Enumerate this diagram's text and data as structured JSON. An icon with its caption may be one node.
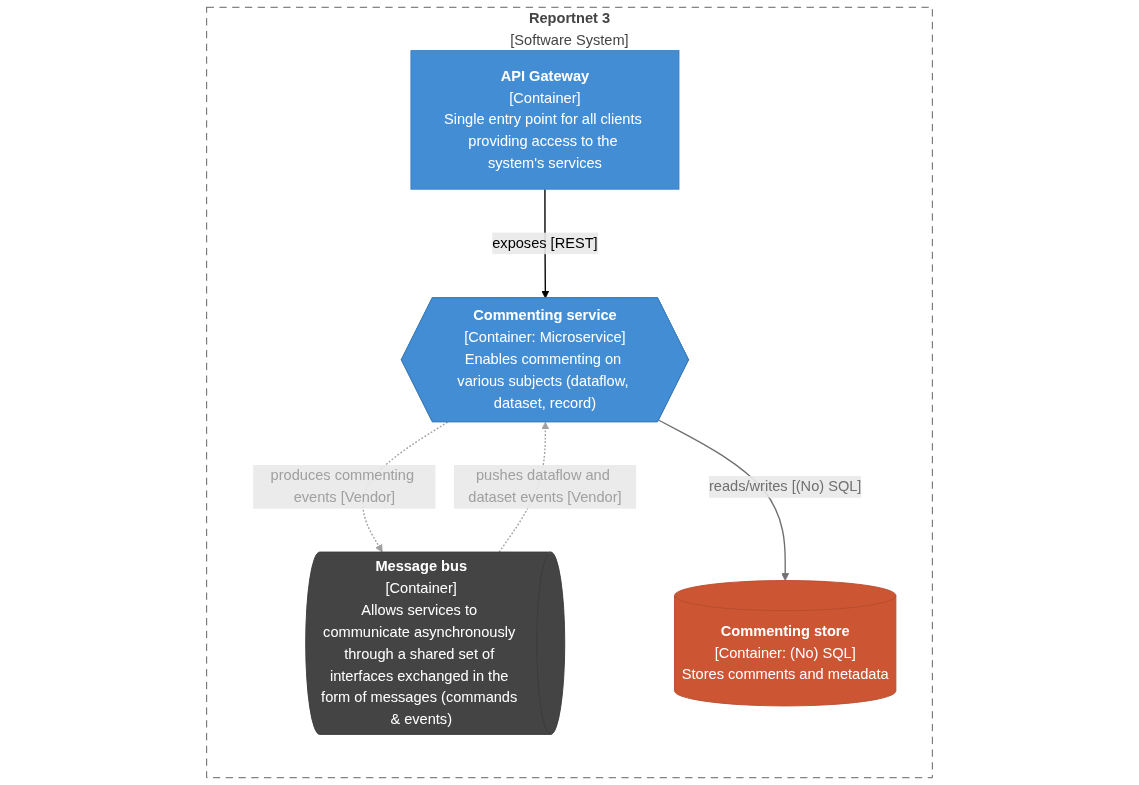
{
  "diagram": {
    "nodes": [
      {
        "text": [
          "Reportnet 3",
          "[Software System]"
        ]
      },
      {
        "text": [
          "API Gateway",
          "[Container]",
          "Single entry point for all clients providing access to the system's services"
        ],
        "in": 0
      },
      {
        "text": [
          "Message bus",
          "[Container]",
          "Allows services to communicate asynchronously through a shared set of interfaces exchanged in the form of messages (commands & events)"
        ],
        "in": 0
      },
      {
        "text": [
          "Commenting service",
          "[Container: Microservice]",
          "Enables commenting on various subjects (dataflow, dataset, record)"
        ],
        "in": 0
      },
      {
        "text": [
          "Commenting store",
          "[Container: (No) SQL]",
          "Stores comments and metadata"
        ],
        "in": 0
      }
    ],
    "edges": [
      {
        "from": 1,
        "to": 3,
        "arrow": "to",
        "label": "exposes [REST]",
        "color": "#000000"
      },
      {
        "from": 2,
        "to": 3,
        "arrow": "to",
        "label": "pushes dataflow and dataset events [Vendor]",
        "style": "dashed",
        "color": "#a0a0a0"
      },
      {
        "from": 3,
        "to": 2,
        "arrow": "to",
        "label": "produces commenting events [Vendor]",
        "style": "dashed",
        "color": "#a0a0a0"
      },
      {
        "from": 3,
        "to": 4,
        "arrow": "to",
        "label": "reads/writes [(No) SQL]",
        "color": "#707070"
      }
    ]
  }
}
